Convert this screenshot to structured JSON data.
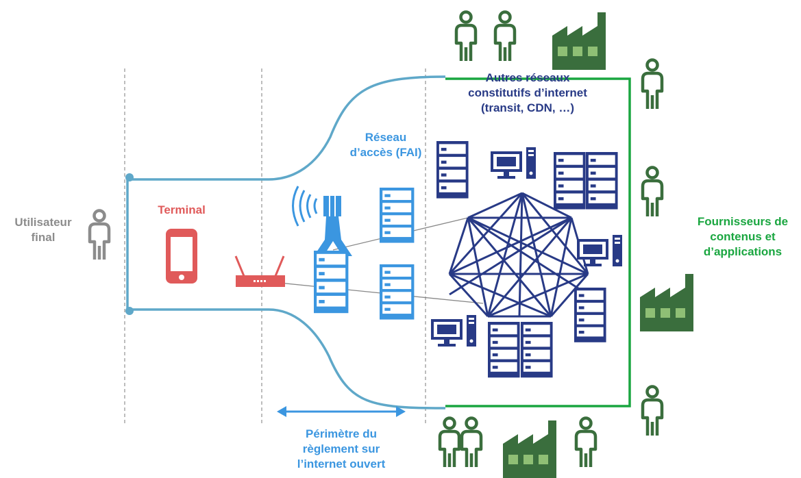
{
  "labels": {
    "end_user": [
      "Utilisateur",
      "final"
    ],
    "terminal": "Terminal",
    "access_network": [
      "Réseau",
      "d’accès (FAI)"
    ],
    "other_networks": [
      "Autres réseaux",
      "constitutifs d’internet",
      "(transit, CDN, …)"
    ],
    "providers": [
      "Fournisseurs de",
      "contenus et",
      "d’applications"
    ],
    "perimeter": [
      "Périmètre du",
      "règlement sur",
      "l’internet ouvert"
    ]
  },
  "colors": {
    "user_gray": "#8c8c8c",
    "terminal_red": "#e05a5a",
    "access_blue": "#3b96e0",
    "pipe_blue": "#5fa8c9",
    "network_navy": "#283a86",
    "provider_green": "#1aa640",
    "provider_dark_green": "#3a6e3d"
  },
  "icons": [
    "person-icon",
    "smartphone-icon",
    "router-icon",
    "antenna-tower-icon",
    "server-icon",
    "computer-icon",
    "factory-icon"
  ]
}
